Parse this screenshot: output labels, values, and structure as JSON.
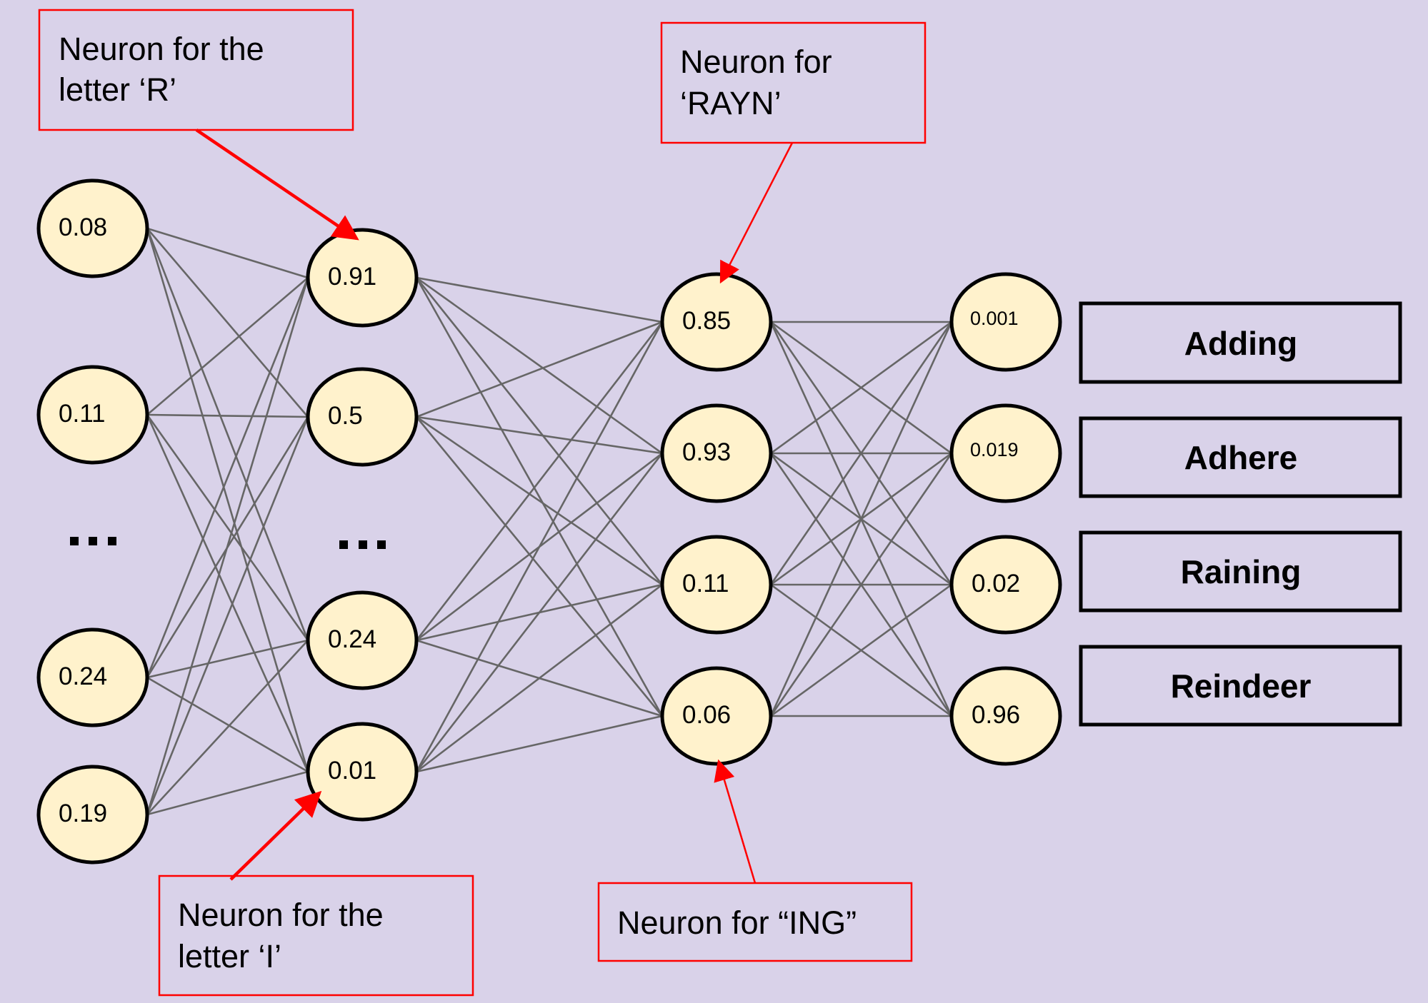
{
  "colors": {
    "background": "#d9d2e9",
    "node_fill": "#fff2cc",
    "node_stroke": "#000000",
    "edge": "#666666",
    "callout": "#ff0000",
    "label_stroke": "#000000"
  },
  "network": {
    "layers": [
      {
        "name": "input",
        "neurons": [
          "0.08",
          "0.11",
          "0.24",
          "0.19"
        ],
        "ellipsis_after_index": 1
      },
      {
        "name": "hidden-1",
        "neurons": [
          "0.91",
          "0.5",
          "0.24",
          "0.01"
        ],
        "ellipsis_after_index": 1
      },
      {
        "name": "hidden-2",
        "neurons": [
          "0.85",
          "0.93",
          "0.11",
          "0.06"
        ]
      },
      {
        "name": "output",
        "neurons": [
          "0.001",
          "0.019",
          "0.02",
          "0.96"
        ]
      }
    ],
    "ellipsis": "...",
    "connectivity": "fully-connected"
  },
  "output_labels": [
    "Adding",
    "Adhere",
    "Raining",
    "Reindeer"
  ],
  "callouts": [
    {
      "id": "letter-r",
      "lines": [
        "Neuron for the",
        "letter ‘R’"
      ],
      "target": {
        "layer": 1,
        "neuron": 0
      }
    },
    {
      "id": "rayn",
      "lines": [
        "Neuron for",
        "‘RAYN’"
      ],
      "target": {
        "layer": 2,
        "neuron": 0
      }
    },
    {
      "id": "letter-i",
      "lines": [
        "Neuron for the",
        "letter ‘I’"
      ],
      "target": {
        "layer": 1,
        "neuron": 3
      }
    },
    {
      "id": "ing",
      "lines": [
        "Neuron for “ING”"
      ],
      "target": {
        "layer": 2,
        "neuron": 3
      }
    }
  ]
}
